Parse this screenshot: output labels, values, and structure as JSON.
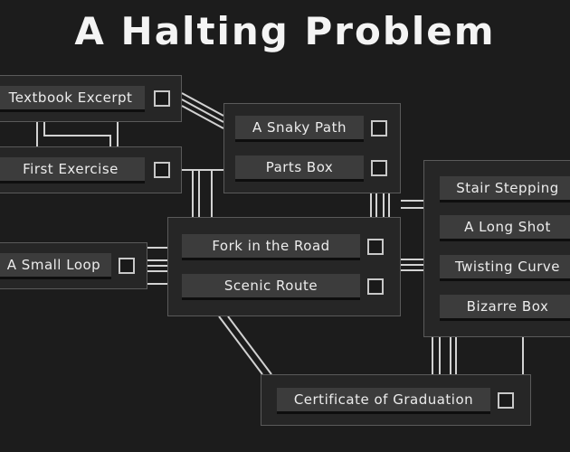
{
  "title": "A Halting Problem",
  "levels": {
    "textbook_excerpt": {
      "label": "Textbook Excerpt",
      "completed": false
    },
    "first_exercise": {
      "label": "First Exercise",
      "completed": false
    },
    "a_small_loop": {
      "label": "A Small Loop",
      "completed": false
    },
    "a_snaky_path": {
      "label": "A Snaky Path",
      "completed": false
    },
    "parts_box": {
      "label": "Parts Box",
      "completed": false
    },
    "fork_in_the_road": {
      "label": "Fork in the Road",
      "completed": false
    },
    "scenic_route": {
      "label": "Scenic Route",
      "completed": false
    },
    "stair_stepping": {
      "label": "Stair Stepping",
      "completed": false
    },
    "a_long_shot": {
      "label": "A Long Shot",
      "completed": false
    },
    "twisting_curve": {
      "label": "Twisting Curve",
      "completed": false
    },
    "bizarre_box": {
      "label": "Bizarre Box",
      "completed": false
    },
    "certificate_of_graduation": {
      "label": "Certificate of Graduation",
      "completed": false
    }
  },
  "colors": {
    "background": "#1c1c1c",
    "panel": "#262626",
    "button": "#3c3c3c",
    "wire": "#cfcfcf"
  }
}
